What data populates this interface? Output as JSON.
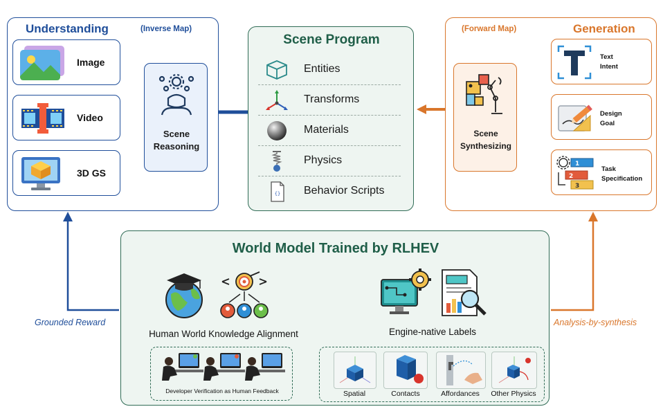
{
  "understanding": {
    "title": "Understanding",
    "subtitle": "(Inverse Map)",
    "inputs": [
      "Image",
      "Video",
      "3D GS"
    ],
    "reasoning_label_1": "Scene",
    "reasoning_label_2": "Reasoning"
  },
  "scene_program": {
    "title": "Scene Program",
    "items": [
      "Entities",
      "Transforms",
      "Materials",
      "Physics",
      "Behavior Scripts"
    ]
  },
  "generation": {
    "title": "Generation",
    "subtitle": "(Forward Map)",
    "synth_label_1": "Scene",
    "synth_label_2": "Synthesizing",
    "inputs": [
      {
        "line1": "Text",
        "line2": "Intent"
      },
      {
        "line1": "Design",
        "line2": "Goal"
      },
      {
        "line1": "Task",
        "line2": "Specification"
      }
    ]
  },
  "world_model": {
    "title": "World Model Trained by RLHEV",
    "alignment_label": "Human World Knowledge Alignment",
    "feedback_label": "Developer Verification as Human Feedback",
    "engine_label": "Engine-native Labels",
    "label_types": [
      "Spatial",
      "Contacts",
      "Affordances",
      "Other Physics"
    ]
  },
  "side_labels": {
    "left": "Grounded Reward",
    "right": "Analysis-by-synthesis"
  },
  "colors": {
    "blue": "#1f4e9a",
    "green": "#2f6b55",
    "orange": "#d9762b"
  }
}
